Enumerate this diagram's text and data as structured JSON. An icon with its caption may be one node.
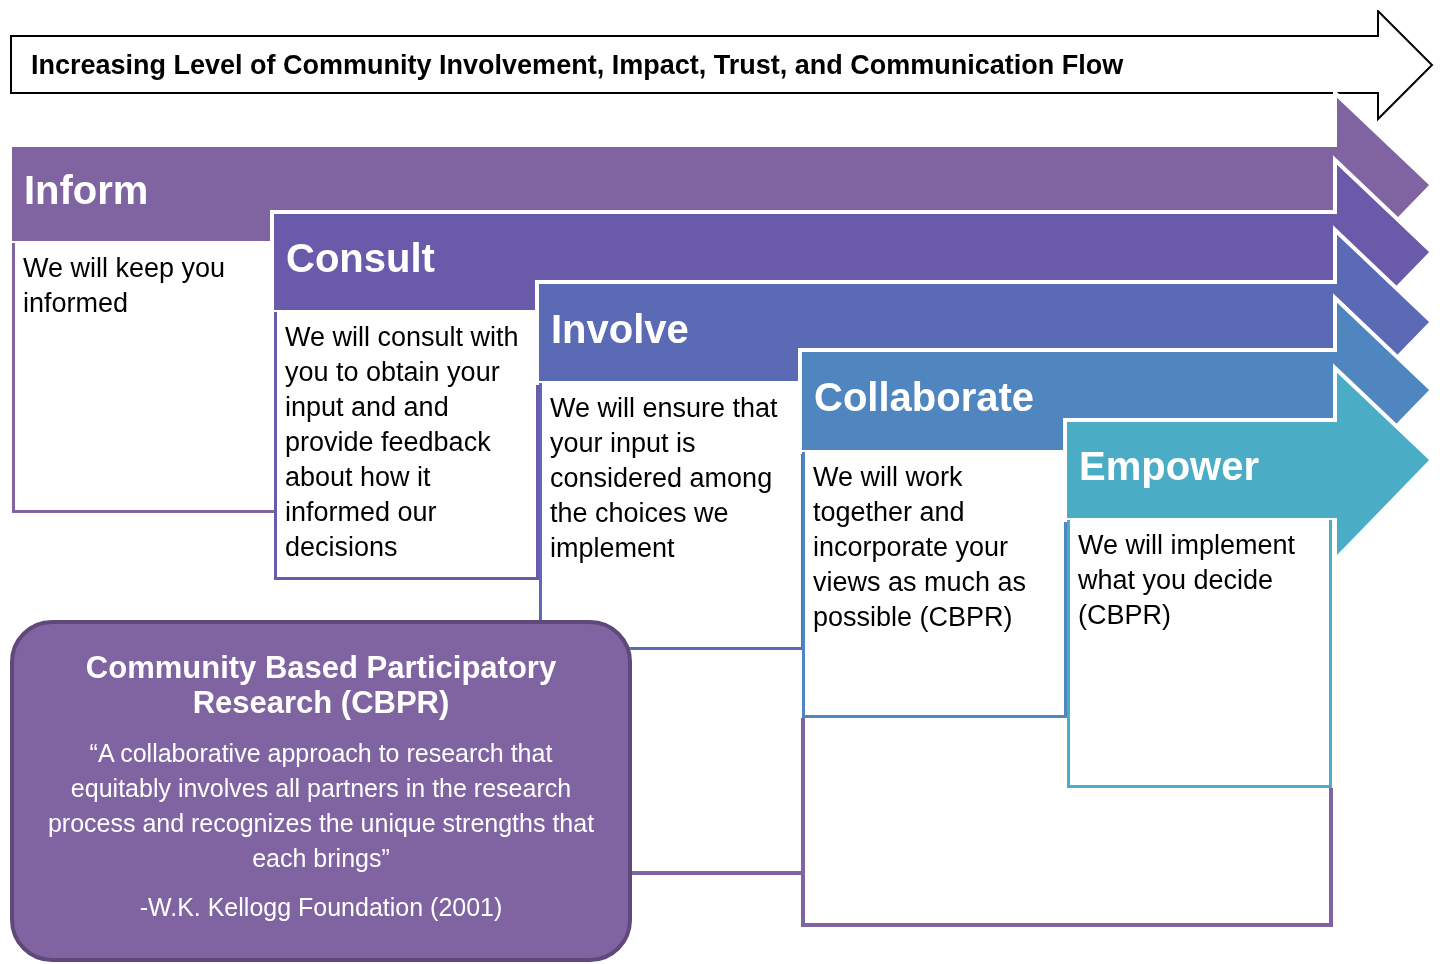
{
  "diagram": {
    "nodes": [
      {
        "text": [
          "Increasing Level of Community Involvement, Impact, Trust, and Communication Flow"
        ]
      },
      {
        "text": [
          "Inform",
          "We will keep you informed"
        ]
      },
      {
        "text": [
          "Consult",
          "We will consult with you to obtain your input and and provide feedback about how it informed our decisions"
        ]
      },
      {
        "text": [
          "Involve",
          "We will ensure that your input is considered among the choices we implement"
        ]
      },
      {
        "text": [
          "Collaborate",
          "We will work together and incorporate your views as much as possible (CBPR)"
        ]
      },
      {
        "text": [
          "Empower",
          "We will implement what you decide (CBPR)"
        ]
      },
      {
        "text": [
          "Community Based Participatory Research (CBPR)",
          "“A collaborative approach to research that equitably involves all partners in the research process and recognizes the unique strengths that each brings”",
          "-W.K. Kellogg Foundation (2001)"
        ]
      }
    ],
    "edges": [
      {
        "from": 6,
        "to": 4,
        "arrow": "none"
      },
      {
        "from": 6,
        "to": 5,
        "arrow": "none"
      }
    ]
  }
}
